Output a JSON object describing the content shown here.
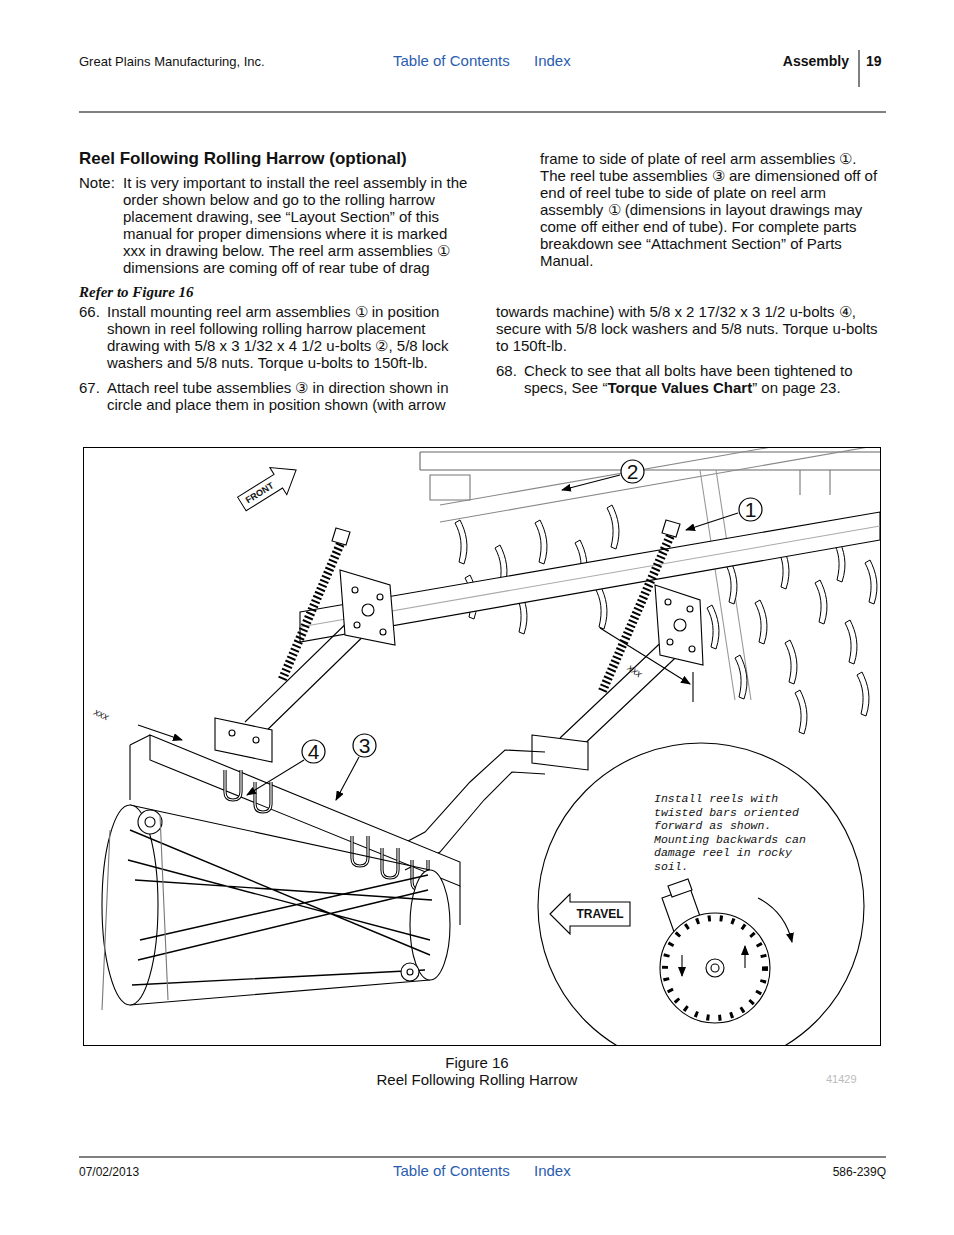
{
  "diagram": {
    "title": "Reel Following Rolling Harrow (optional)",
    "caption": "Figure 16",
    "nodes": [
      {
        "text": [
          "FRONT"
        ]
      },
      {
        "text": [
          "2"
        ]
      },
      {
        "text": [
          "1"
        ]
      },
      {
        "text": [
          "4"
        ]
      },
      {
        "text": [
          "3"
        ]
      },
      {
        "text": [
          "Install reels with twisted bars oriented forward as shown. Mounting backwards can damage reel in rocky soil."
        ]
      },
      {
        "text": [
          "TRAVEL"
        ],
        "in": 5
      }
    ],
    "labels": [
      "Great Plains Manufacturing, Inc.",
      "Table of Contents",
      "Index",
      "Assembly",
      "19",
      "Note:",
      "It is very important to install the reel assembly in the order shown below and go to the rolling harrow placement drawing, see “Layout Section” of this manual for proper dimensions where it is marked xxx in drawing below. The reel arm assemblies ① dimensions are coming off of rear tube of drag",
      "frame to side of plate of reel arm assemblies ①. The reel tube assemblies ③ are dimensioned off of end of reel tube to side of plate on reel arm assembly ① (dimensions in layout drawings may come off either end of tube). For complete parts breakdown see “Attachment Section” of Parts Manual.",
      "Refer to Figure 16",
      "66.",
      "Install mounting reel arm assemblies ① in position shown in reel following rolling harrow placement drawing with 5/8 x 3 1/32 x 4 1/2 u-bolts ②, 5/8 lock washers and 5/8 nuts. Torque u-bolts to 150ft-lb.",
      "67.",
      "Attach reel tube assemblies ③ in direction shown in circle and place them in position shown (with arrow",
      "towards machine) with 5/8 x 2 17/32 x 3 1/2 u-bolts ④, secure with 5/8 lock washers and 5/8 nuts. Torque u-bolts to 150ft-lb.",
      "68.",
      "Check to see that all bolts have been tightened to specs, See “",
      "Torque Values Chart",
      "” on page 23.",
      "xxx",
      "xxx",
      "Reel Following Rolling Harrow",
      "41429",
      "07/02/2013",
      "Table of Contents",
      "Index",
      "586-239Q"
    ]
  }
}
